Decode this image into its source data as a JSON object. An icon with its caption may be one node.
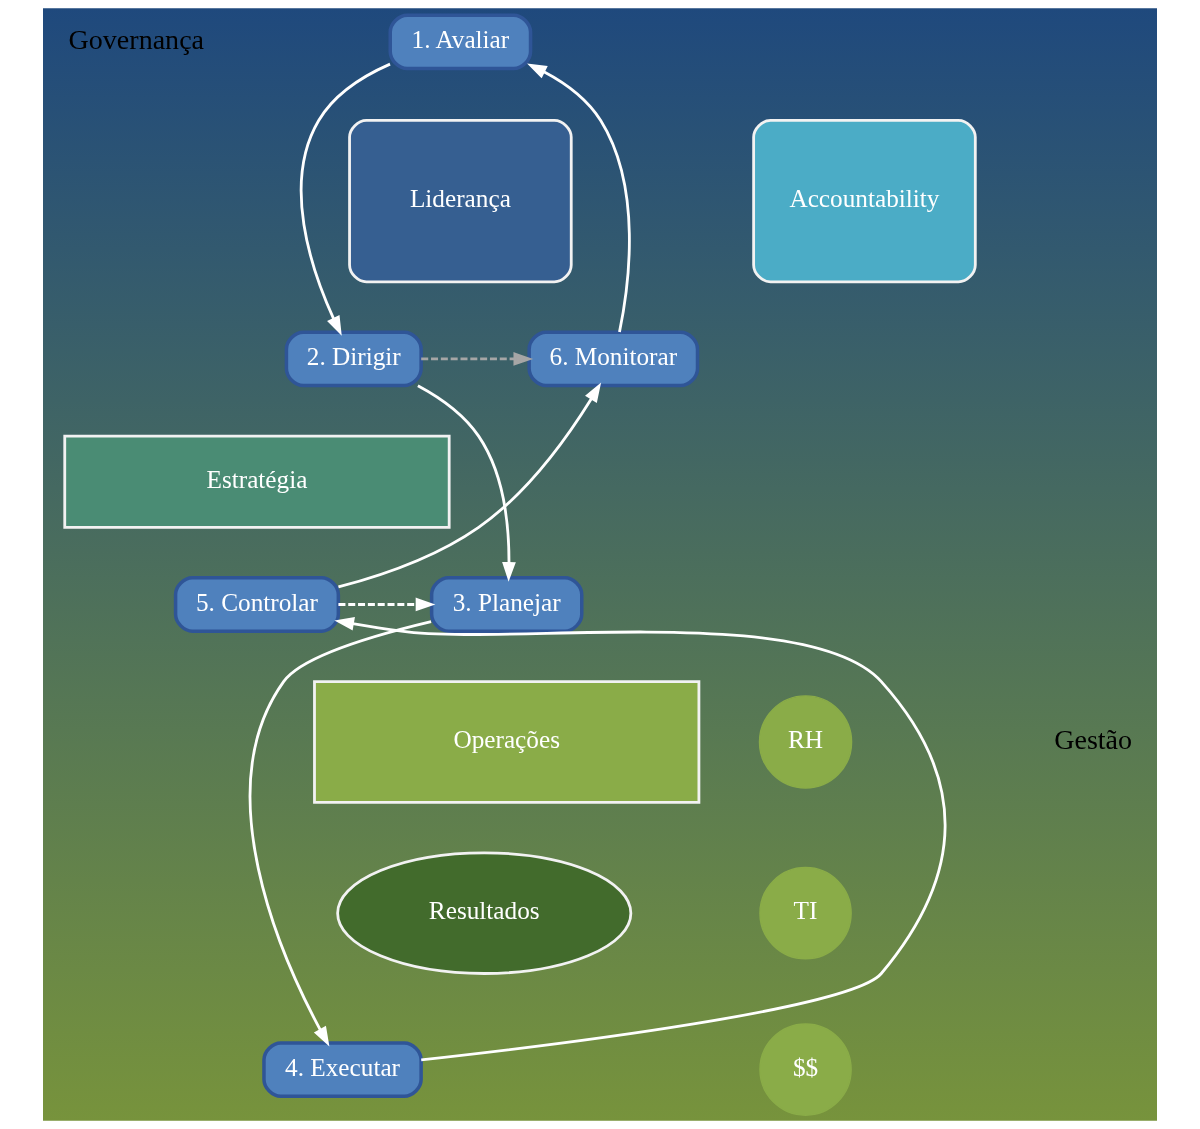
{
  "diagram": {
    "nodes": [
      {
        "text": [
          "1. Avaliar"
        ]
      },
      {
        "text": [
          "2. Dirigir"
        ]
      },
      {
        "text": [
          "3. Planejar"
        ]
      },
      {
        "text": [
          "4. Executar"
        ]
      },
      {
        "text": [
          "5. Controlar"
        ]
      },
      {
        "text": [
          "6. Monitorar"
        ]
      },
      {
        "text": [
          "Liderança"
        ]
      },
      {
        "text": [
          "Accountability"
        ]
      },
      {
        "text": [
          "Estratégia"
        ]
      },
      {
        "text": [
          "Operações"
        ]
      },
      {
        "text": [
          "Resultados"
        ]
      },
      {
        "text": [
          "RH"
        ]
      },
      {
        "text": [
          "TI"
        ]
      },
      {
        "text": [
          "$$"
        ]
      }
    ],
    "edges": [
      {
        "from": 0,
        "to": 1,
        "arrow": "to"
      },
      {
        "from": 1,
        "to": 2,
        "arrow": "to"
      },
      {
        "from": 2,
        "to": 3,
        "arrow": "to"
      },
      {
        "from": 3,
        "to": 4,
        "arrow": "to"
      },
      {
        "from": 4,
        "to": 5,
        "arrow": "to"
      },
      {
        "from": 5,
        "to": 0,
        "arrow": "to"
      },
      {
        "from": 1,
        "to": 5,
        "arrow": "to",
        "style": "dashed",
        "color": "#a6a6a6"
      },
      {
        "from": 4,
        "to": 2,
        "arrow": "to",
        "style": "dashed"
      }
    ],
    "labels": [
      "Governança",
      "Gestão"
    ]
  }
}
